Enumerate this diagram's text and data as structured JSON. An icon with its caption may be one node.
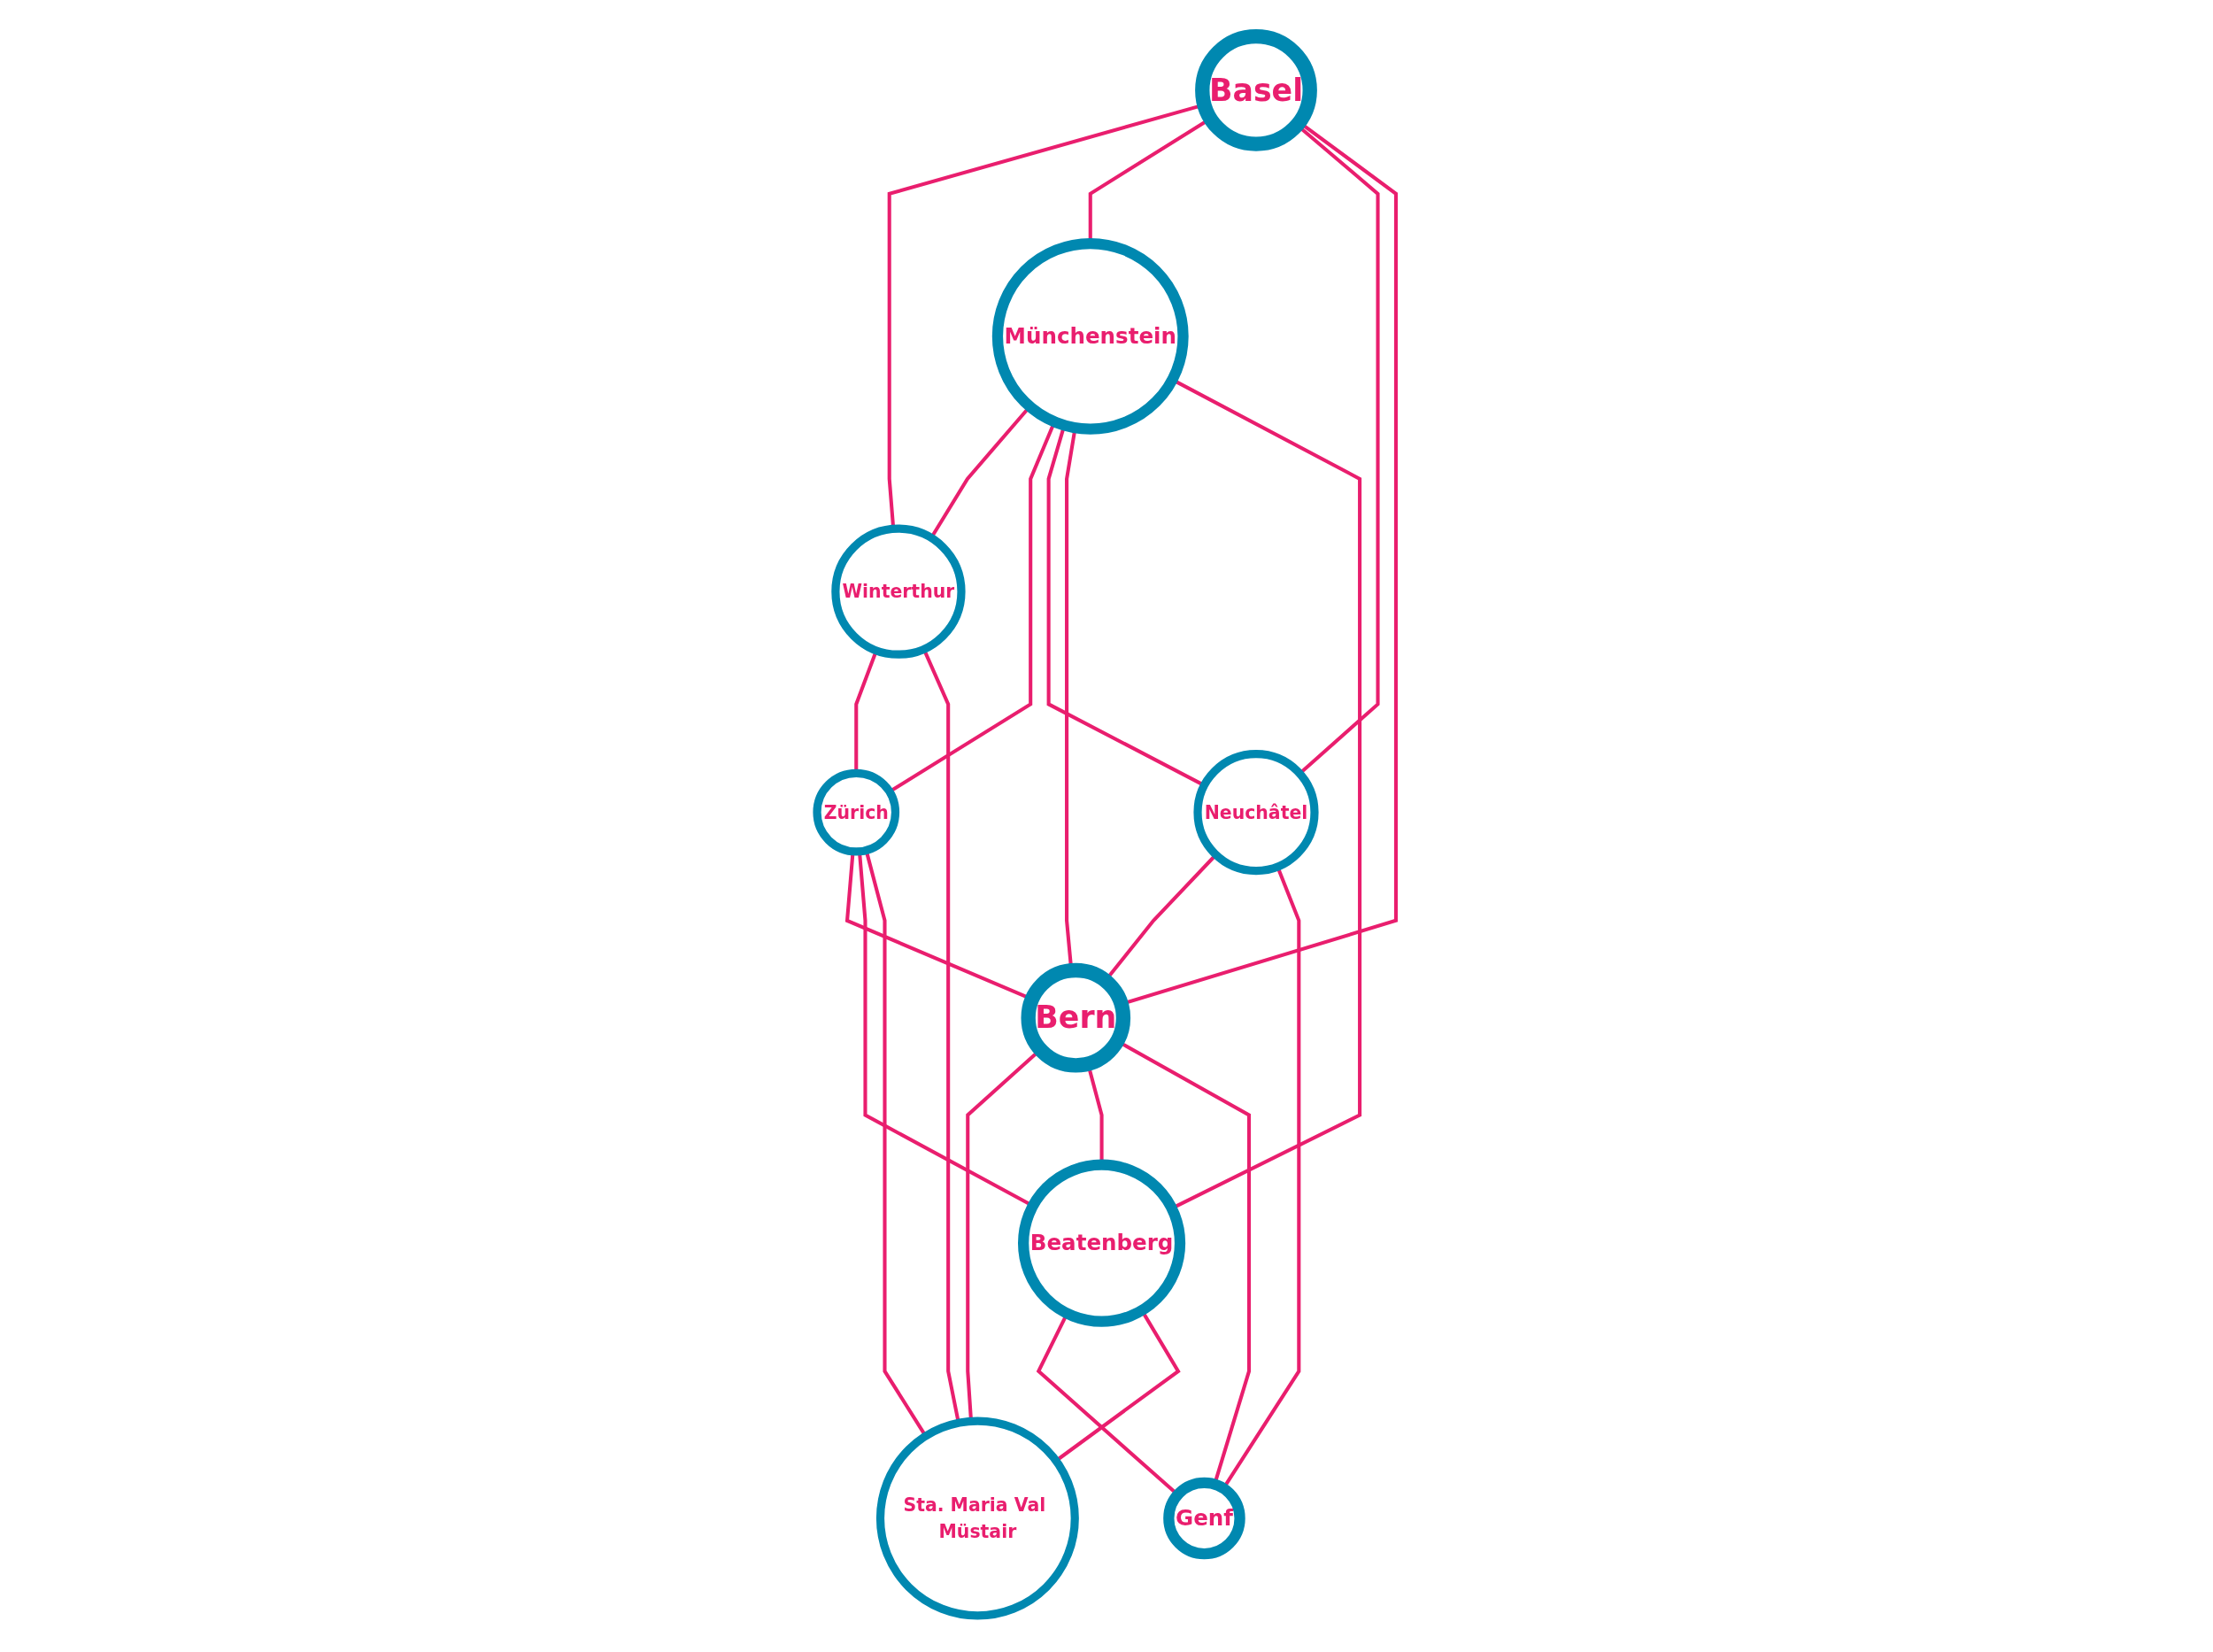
{
  "diagram": {
    "nodes": [
      {
        "text": [
          "Basel"
        ]
      },
      {
        "text": [
          "Münchenstein"
        ]
      },
      {
        "text": [
          "Winterthur"
        ]
      },
      {
        "text": [
          "Zürich"
        ]
      },
      {
        "text": [
          "Neuchâtel"
        ]
      },
      {
        "text": [
          "Bern"
        ]
      },
      {
        "text": [
          "Beatenberg"
        ]
      },
      {
        "text": [
          "Genf"
        ]
      },
      {
        "text": [
          "Sta. Maria Val Müstair"
        ]
      }
    ],
    "edges": [
      {
        "from": 0,
        "to": 2,
        "arrow": "none"
      },
      {
        "from": 0,
        "to": 1,
        "arrow": "none"
      },
      {
        "from": 0,
        "to": 4,
        "arrow": "none"
      },
      {
        "from": 0,
        "to": 5,
        "arrow": "none"
      },
      {
        "from": 1,
        "to": 2,
        "arrow": "none"
      },
      {
        "from": 1,
        "to": 3,
        "arrow": "none"
      },
      {
        "from": 1,
        "to": 4,
        "arrow": "none"
      },
      {
        "from": 1,
        "to": 5,
        "arrow": "none"
      },
      {
        "from": 1,
        "to": 6,
        "arrow": "none"
      },
      {
        "from": 2,
        "to": 3,
        "arrow": "none"
      },
      {
        "from": 2,
        "to": 8,
        "arrow": "none"
      },
      {
        "from": 3,
        "to": 5,
        "arrow": "none"
      },
      {
        "from": 3,
        "to": 6,
        "arrow": "none"
      },
      {
        "from": 3,
        "to": 8,
        "arrow": "none"
      },
      {
        "from": 4,
        "to": 5,
        "arrow": "none"
      },
      {
        "from": 4,
        "to": 7,
        "arrow": "none"
      },
      {
        "from": 5,
        "to": 8,
        "arrow": "none"
      },
      {
        "from": 5,
        "to": 6,
        "arrow": "none"
      },
      {
        "from": 5,
        "to": 7,
        "arrow": "none"
      },
      {
        "from": 6,
        "to": 7,
        "arrow": "none"
      },
      {
        "from": 6,
        "to": 8,
        "arrow": "none"
      }
    ]
  }
}
